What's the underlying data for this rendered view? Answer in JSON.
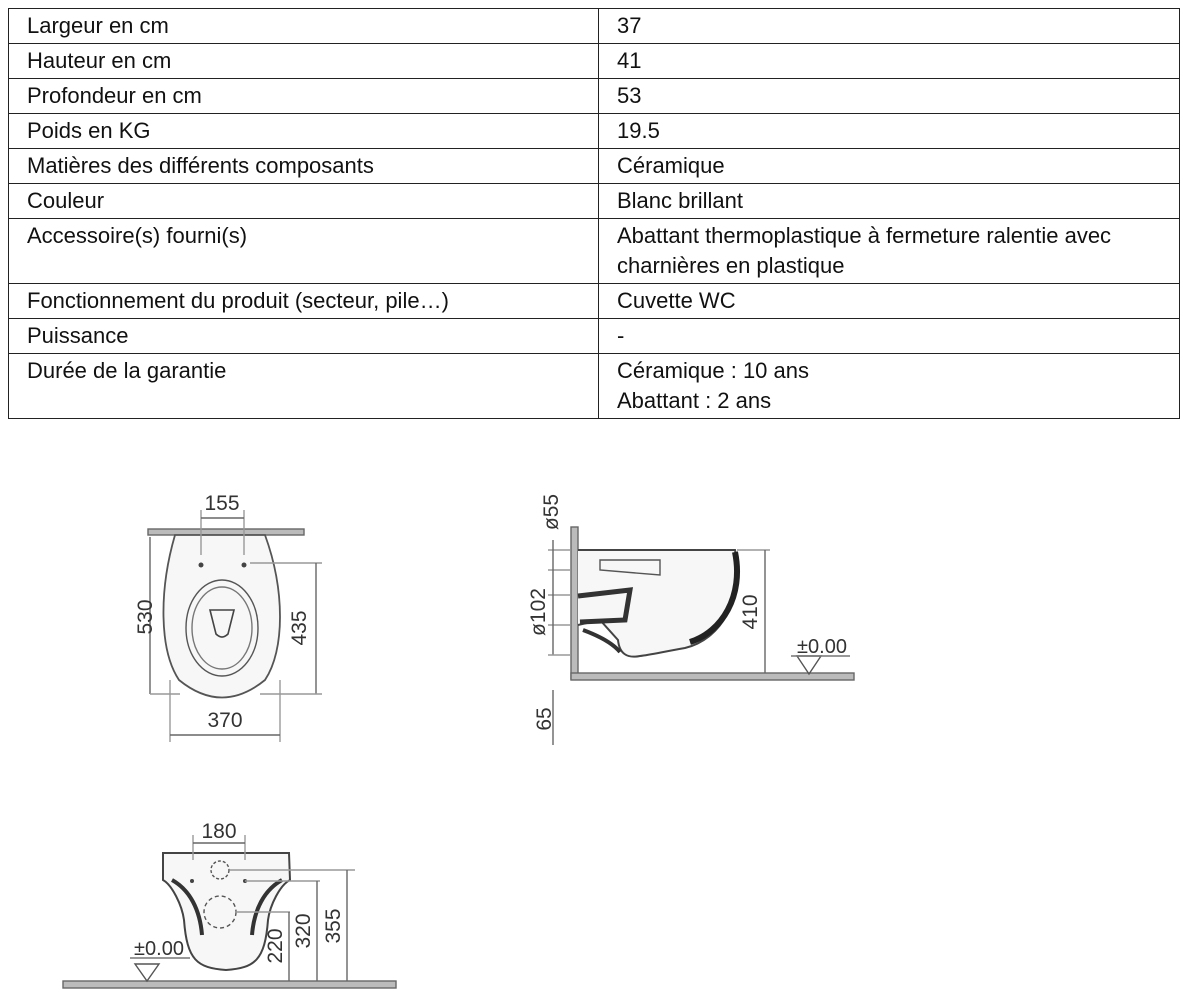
{
  "spec_table": {
    "rows": [
      {
        "label": "Largeur en cm",
        "value": "37"
      },
      {
        "label": "Hauteur en cm",
        "value": "41"
      },
      {
        "label": "Profondeur en cm",
        "value": "53"
      },
      {
        "label": "Poids en KG",
        "value": "19.5"
      },
      {
        "label": "Matières des différents composants",
        "value": "Céramique"
      },
      {
        "label": "Couleur",
        "value": "Blanc brillant"
      },
      {
        "label": "Accessoire(s) fourni(s)",
        "value": "Abattant thermoplastique à fermeture ralentie avec\ncharnières en plastique"
      },
      {
        "label": "Fonctionnement du produit (secteur, pile…)",
        "value": "Cuvette WC"
      },
      {
        "label": "Puissance",
        "value": "-"
      },
      {
        "label": "Durée de la garantie",
        "value": "Céramique : 10 ans\nAbattant : 2 ans"
      }
    ]
  },
  "drawings": {
    "top_view": {
      "dim_hole_spacing": "155",
      "dim_depth": "530",
      "dim_hole_to_front": "435",
      "dim_width": "370"
    },
    "side_view": {
      "dim_inlet_diameter": "ø55",
      "dim_outlet_diameter": "ø102",
      "dim_height": "410",
      "dim_outlet_height": "65",
      "floor_level": "±0.00"
    },
    "back_view": {
      "dim_hole_spacing": "180",
      "dim_outlet_height": "220",
      "dim_hole_height": "320",
      "dim_top_height": "355",
      "floor_level": "±0.00"
    }
  }
}
